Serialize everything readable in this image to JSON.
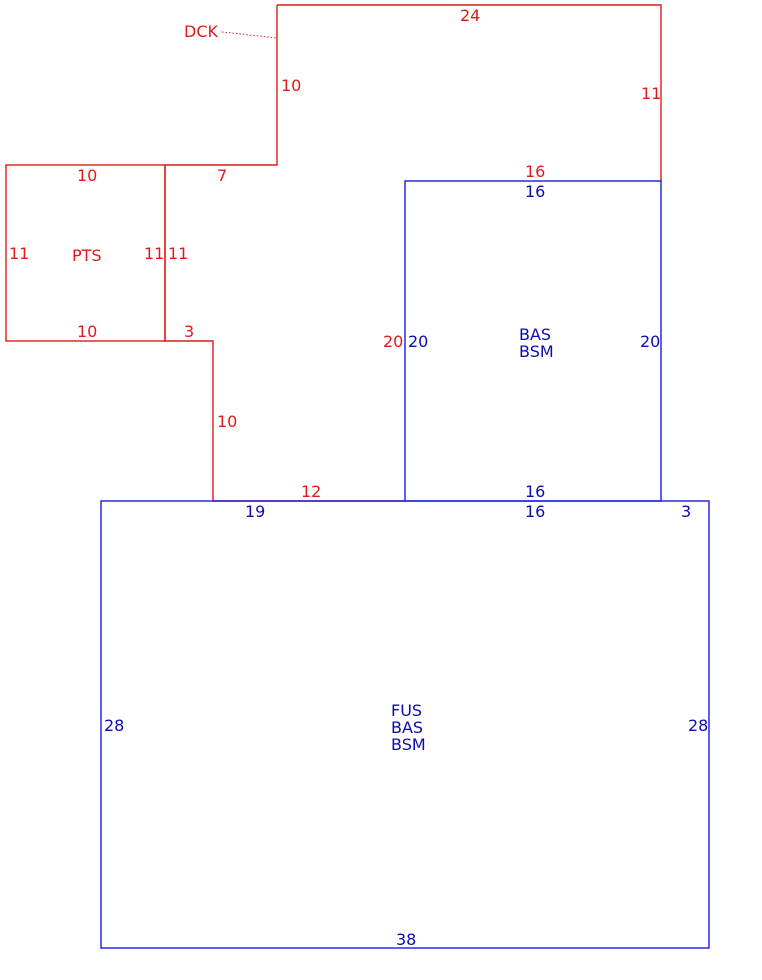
{
  "colors": {
    "red": "#e01a1a",
    "blue": "#0b0bb0",
    "blue_line": "#1a1ae6"
  },
  "areas": {
    "dck": {
      "name": "DCK"
    },
    "pts": {
      "name": "PTS"
    },
    "bas_bsm": {
      "line1": "BAS",
      "line2": "BSM"
    },
    "fus_bas_bsm": {
      "line1": "FUS",
      "line2": "BAS",
      "line3": "BSM"
    }
  },
  "dims": {
    "dck_top": "24",
    "dck_left": "10",
    "dck_right": "11",
    "dck_bottom_left": "7",
    "dck_over_bas_top": "16",
    "pts_top": "10",
    "pts_bottom": "10",
    "pts_left": "11",
    "pts_right": "11",
    "dck_left_lower": "11",
    "dck_step": "3",
    "dck_lower_left": "10",
    "dck_bottom": "12",
    "dck_bas_left": "20",
    "bas_top": "16",
    "bas_left": "20",
    "bas_right": "20",
    "bas_bottom": "16",
    "fus_top_left": "19",
    "fus_top_mid": "16",
    "fus_top_right": "3",
    "fus_left": "28",
    "fus_right": "28",
    "fus_bottom": "38"
  }
}
